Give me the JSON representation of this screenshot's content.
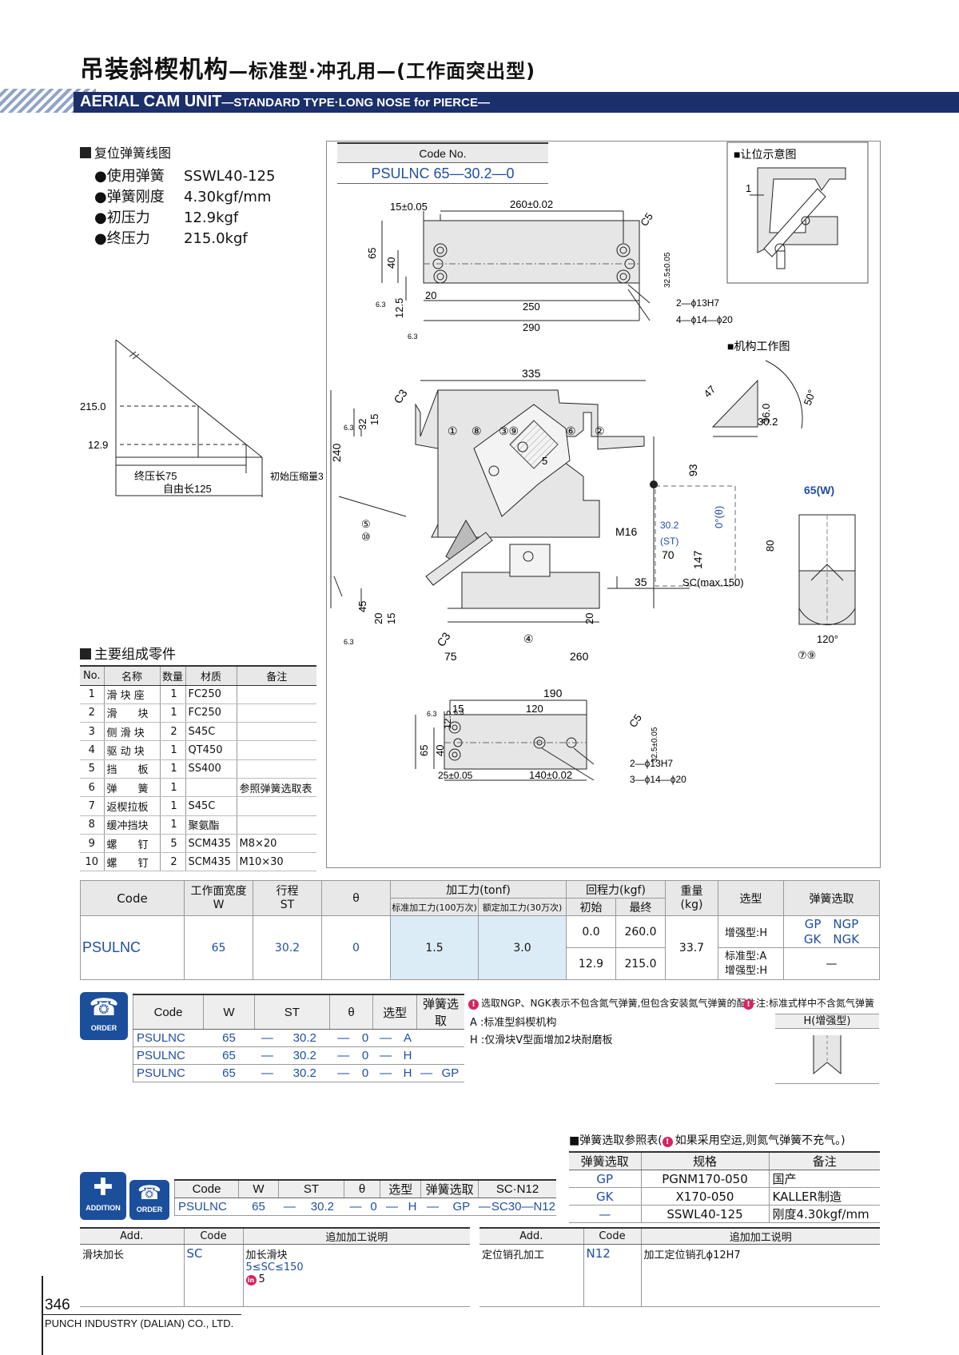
{
  "header": {
    "title_main": "吊装斜楔机构",
    "title_sub": "—标准型·冲孔用—(工作面突出型)",
    "title_en_main": "AERIAL CAM UNIT",
    "title_en_sub": "—STANDARD TYPE·LONG NOSE for PIERCE—"
  },
  "spring": {
    "section_title": "复位弹簧线图",
    "specs": [
      {
        "key": "●使用弹簧",
        "value": "SSWL40-125"
      },
      {
        "key": "●弹簧刚度",
        "value": "4.30kgf/mm"
      },
      {
        "key": "●初压力",
        "value": "12.9kgf"
      },
      {
        "key": "●终压力",
        "value": "215.0kgf"
      }
    ],
    "chart": {
      "y_high": "215.0",
      "y_low": "12.9",
      "final_stroke": "终压长75",
      "initial_compress": "初始压缩量3",
      "free_length": "自由长125"
    }
  },
  "drawing": {
    "code_no_label": "Code No.",
    "code_no_value": "PSULNC 65—30.2—0",
    "clearance_title": "■让位示意图",
    "mechanism_title": "■机构工作图",
    "dims_top": {
      "d15": "15±0.05",
      "d260": "260±0.02",
      "c5": "C5",
      "h65": "65",
      "h40": "40",
      "h125": "12.5",
      "d20": "20",
      "d250": "250",
      "d290": "290",
      "d325": "32.5±0.05",
      "hole1": "2—ϕ13H7",
      "hole2": "4—ϕ14—ϕ20",
      "r63": "6.3"
    },
    "dims_mid": {
      "d335": "335",
      "c3": "C3",
      "d32": "32",
      "d15": "15",
      "d240": "240",
      "d45": "45",
      "d20": "20",
      "d15b": "15",
      "d75": "75",
      "d260": "260",
      "d93": "93",
      "m16": "M16",
      "st": "30.2",
      "st_lbl": "(ST)",
      "d70": "70",
      "d147": "147",
      "d35": "35",
      "sc": "SC(max.150)",
      "theta": "0°(θ)",
      "d5": "5",
      "d20r": "20",
      "r63": "6.3"
    },
    "callouts": [
      "①",
      "⑧",
      "③⑨",
      "⑥",
      "②",
      "⑤",
      "⑩",
      "④",
      "⑦⑨"
    ],
    "dims_side": {
      "d47": "47",
      "d36": "36.0",
      "a50": "50°",
      "d302": "30.2",
      "w65": "65(W)",
      "h80": "80",
      "a120": "120°"
    },
    "dims_bottom": {
      "d190": "190",
      "d15": "15",
      "d120": "120",
      "c5": "C5",
      "h125": "12.5",
      "h65": "65",
      "h40": "40",
      "d25": "25±0.05",
      "d140": "140±0.02",
      "d325": "32.5±0.05",
      "hole1": "2—ϕ13H7",
      "hole2": "3—ϕ14—ϕ20",
      "r63": "6.3"
    },
    "clearance_dim": "1"
  },
  "parts": {
    "section_title": "主要组成零件",
    "headers": [
      "No.",
      "名称",
      "数量",
      "材质",
      "备注"
    ],
    "rows": [
      [
        "1",
        "滑 块 座",
        "1",
        "FC250",
        ""
      ],
      [
        "2",
        "滑　　块",
        "1",
        "FC250",
        ""
      ],
      [
        "3",
        "侧 滑 块",
        "2",
        "S45C",
        ""
      ],
      [
        "4",
        "驱 动 块",
        "1",
        "QT450",
        ""
      ],
      [
        "5",
        "挡　　板",
        "1",
        "SS400",
        ""
      ],
      [
        "6",
        "弹　　簧",
        "1",
        "",
        "参照弹簧选取表"
      ],
      [
        "7",
        "返楔拉板",
        "1",
        "S45C",
        ""
      ],
      [
        "8",
        "缓冲挡块",
        "1",
        "聚氨酯",
        ""
      ],
      [
        "9",
        "螺　　钉",
        "5",
        "SCM435",
        "M8×20"
      ],
      [
        "10",
        "螺　　钉",
        "2",
        "SCM435",
        "M10×30"
      ]
    ]
  },
  "spec_table": {
    "h_code": "Code",
    "h_w": "工作面宽度\nW",
    "h_st": "行程\nST",
    "h_theta": "θ",
    "h_force": "加工力(tonf)",
    "h_force_std": "标准加工力(100万次)",
    "h_force_rated": "额定加工力(30万次)",
    "h_return": "回程力(kgf)",
    "h_return_init": "初始",
    "h_return_final": "最终",
    "h_weight": "重量\n(kg)",
    "h_type": "选型",
    "h_spring": "弹簧选取",
    "code": "PSULNC",
    "w": "65",
    "st": "30.2",
    "theta": "0",
    "force_std": "1.5",
    "force_rated": "3.0",
    "return_rows": [
      {
        "init": "0.0",
        "final": "260.0"
      },
      {
        "init": "12.9",
        "final": "215.0"
      }
    ],
    "weight": "33.7",
    "type_rows": [
      "增强型:H",
      "标准型:A\n增强型:H"
    ],
    "spring_rows": [
      "GP　NGP\nGK　NGK",
      "—"
    ]
  },
  "order": {
    "icon_label": "ORDER",
    "headers": [
      "Code",
      "W",
      "ST",
      "θ",
      "选型",
      "弹簧选取"
    ],
    "rows": [
      [
        "PSULNC",
        "65",
        "—",
        "30.2",
        "—",
        "0",
        "—",
        "A",
        "",
        ""
      ],
      [
        "PSULNC",
        "65",
        "—",
        "30.2",
        "—",
        "0",
        "—",
        "H",
        "",
        ""
      ],
      [
        "PSULNC",
        "65",
        "—",
        "30.2",
        "—",
        "0",
        "—",
        "H",
        "—",
        "GP"
      ]
    ],
    "note1": "选取NGP、NGK表示不包含氮气弹簧,但包含安装氮气弹簧的配件",
    "note2": "注:标准式样中不含氮气弹簧",
    "note_a": "A :标准型斜楔机构",
    "note_h": "H :仅滑块V型面增加2块耐磨板",
    "h_fig_label": "H(增强型)"
  },
  "spring_ref": {
    "title": "■弹簧选取参照表(",
    "title_note": "如果采用空运,则氮气弹簧不充气。)",
    "headers": [
      "弹簧选取",
      "规格",
      "备注"
    ],
    "rows": [
      [
        "GP",
        "PGNM170-050",
        "国产"
      ],
      [
        "GK",
        "X170-050",
        "KALLER制造"
      ],
      [
        "—",
        "SSWL40-125",
        "刚度4.30kgf/mm"
      ]
    ]
  },
  "addition": {
    "icon_label": "ADDITION",
    "order_label": "ORDER",
    "headers": [
      "Code",
      "W",
      "ST",
      "θ",
      "选型",
      "弹簧选取",
      "SC·N12"
    ],
    "row": [
      "PSULNC",
      "65",
      "—",
      "30.2",
      "—",
      "0",
      "—",
      "H",
      "—",
      "GP",
      "—",
      "SC30—N12"
    ],
    "add_headers": [
      "Add.",
      "Code",
      "追加加工说明",
      "Add.",
      "Code",
      "追加加工说明"
    ],
    "add1_name": "滑块加长",
    "add1_code": "SC",
    "add1_desc": "加长滑块",
    "add1_range": "5≤SC≤150",
    "add1_step_icon": "in",
    "add1_step": "5",
    "add2_name": "定位销孔加工",
    "add2_code": "N12",
    "add2_desc": "加工定位销孔ϕ12H7"
  },
  "footer": {
    "page": "346",
    "company": "PUNCH INDUSTRY (DALIAN) CO., LTD."
  }
}
